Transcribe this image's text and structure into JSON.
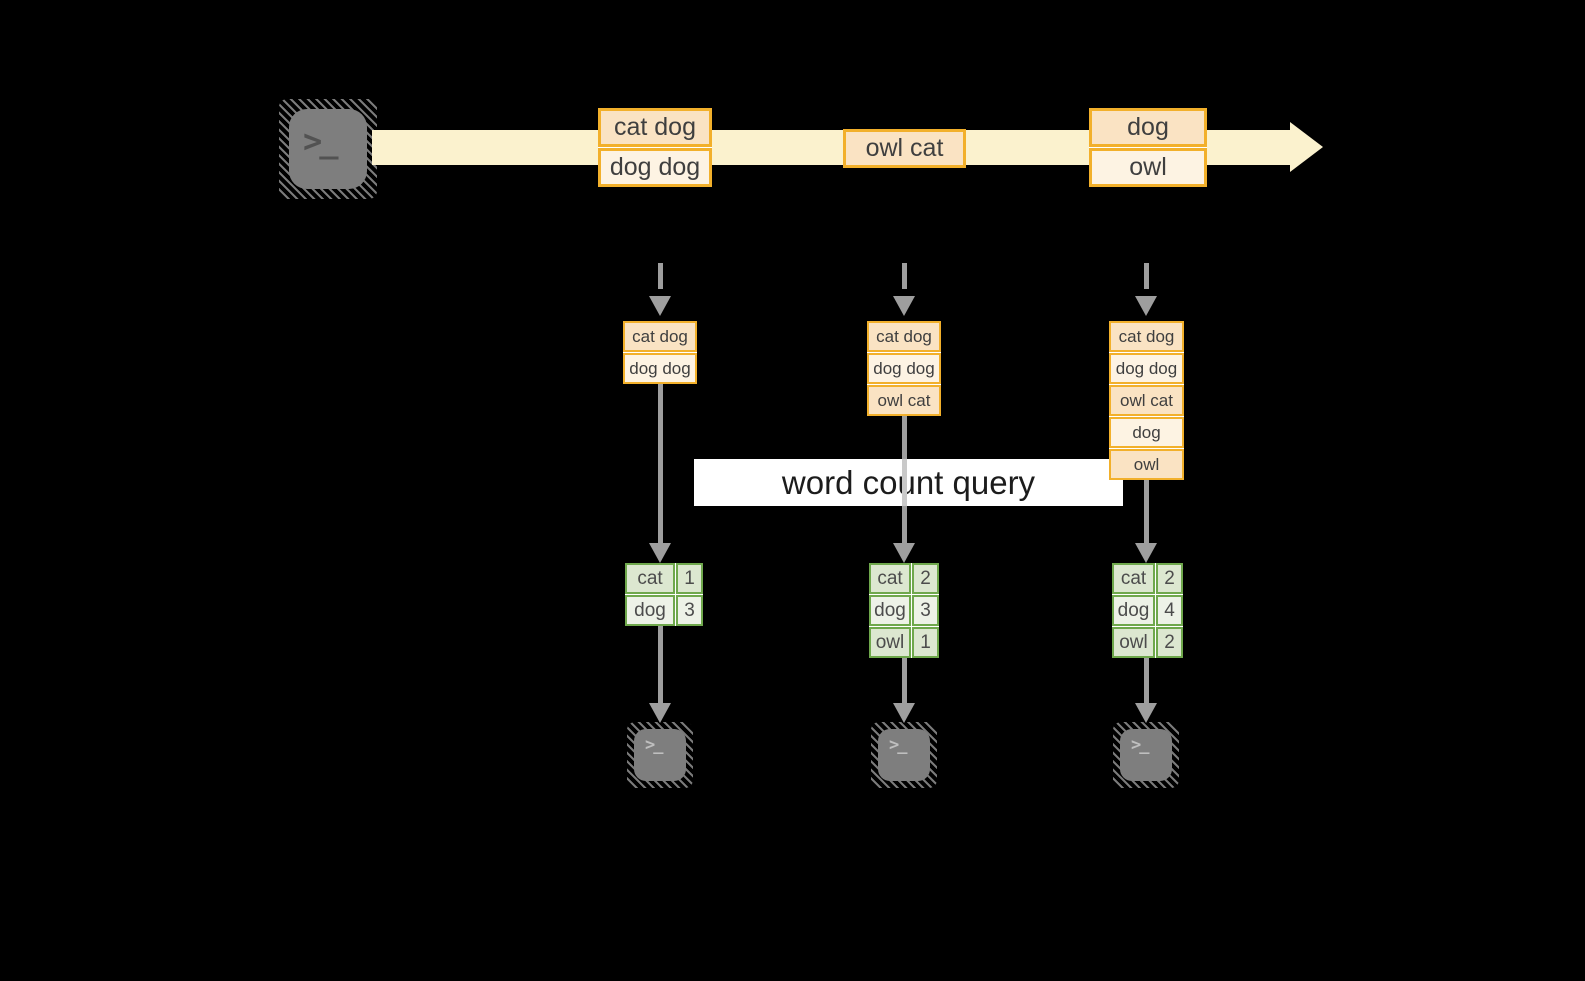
{
  "query_label": "word count query",
  "icons": {
    "source": "terminal-icon",
    "sink": "terminal-icon",
    "prompt_glyph": ">_",
    "stream_arrow": "arrow-right",
    "flow_arrow": "arrow-down"
  },
  "stream": {
    "batches": [
      {
        "items": [
          "cat dog",
          "dog dog"
        ]
      },
      {
        "items": [
          "owl cat"
        ]
      },
      {
        "items": [
          "dog",
          "owl"
        ]
      }
    ]
  },
  "columns": [
    {
      "input_items": [
        "cat dog",
        "dog dog"
      ],
      "counts": [
        [
          "cat",
          "1"
        ],
        [
          "dog",
          "3"
        ]
      ]
    },
    {
      "input_items": [
        "cat dog",
        "dog dog",
        "owl cat"
      ],
      "counts": [
        [
          "cat",
          "2"
        ],
        [
          "dog",
          "3"
        ],
        [
          "owl",
          "1"
        ]
      ]
    },
    {
      "input_items": [
        "cat dog",
        "dog dog",
        "owl cat",
        "dog",
        "owl"
      ],
      "counts": [
        [
          "cat",
          "2"
        ],
        [
          "dog",
          "4"
        ],
        [
          "owl",
          "2"
        ]
      ]
    }
  ],
  "colors": {
    "background": "#000000",
    "amber_border": "#F2B02B",
    "peach_dark": "#FAE3C3",
    "peach_light": "#FDF3E3",
    "stream_band": "#FBF2CE",
    "green_border": "#6FA84C",
    "sage_dark": "#DCE7D0",
    "sage_light": "#EDF2E7",
    "arrow_gray": "#9E9E9E",
    "arrow_gray_light": "#C9C9C9",
    "terminal_gray": "#7E7E7E",
    "query_bar_bg": "#FFFFFF",
    "query_text": "#1C1C1C",
    "cell_text": "#3F3F3F"
  }
}
